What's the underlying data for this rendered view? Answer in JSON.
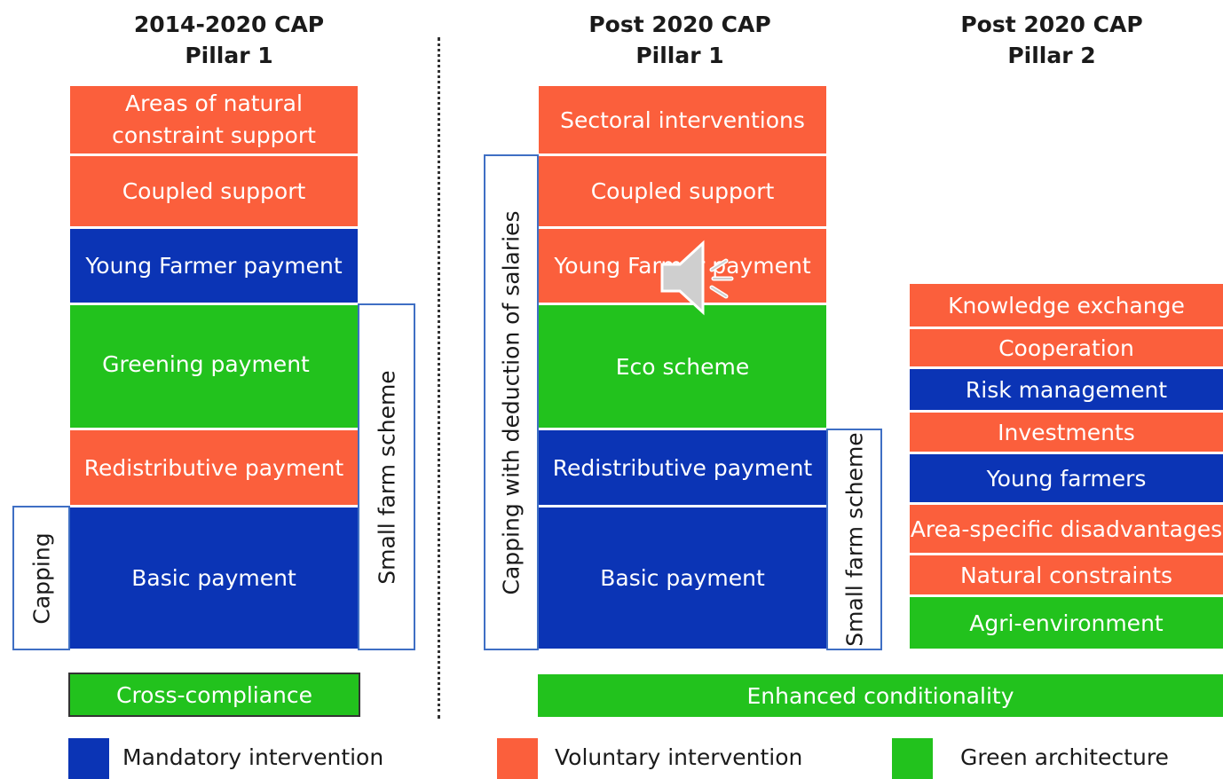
{
  "headings": {
    "col1": {
      "line1": "2014-2020 CAP",
      "line2": "Pillar 1"
    },
    "col2": {
      "line1": "Post 2020 CAP",
      "line2": "Pillar 1"
    },
    "col3": {
      "line1": "Post 2020 CAP",
      "line2": "Pillar 2"
    }
  },
  "col1": {
    "areas_line1": "Areas of natural",
    "areas_line2": "constraint support",
    "coupled": "Coupled support",
    "young": "Young Farmer payment",
    "greening": "Greening payment",
    "redistributive": "Redistributive payment",
    "basic": "Basic payment",
    "capping": "Capping",
    "small_farm": "Small farm scheme",
    "cross_compliance": "Cross-compliance"
  },
  "col2": {
    "sectoral": "Sectoral interventions",
    "coupled": "Coupled support",
    "young": "Young Farmer payment",
    "eco": "Eco scheme",
    "redistributive": "Redistributive payment",
    "basic": "Basic payment",
    "capping": "Capping with deduction of salaries",
    "small_farm": "Small farm scheme",
    "enhanced": "Enhanced conditionality"
  },
  "col3": {
    "items": [
      "Knowledge exchange",
      "Cooperation",
      "Risk management",
      "Investments",
      "Young farmers",
      "Area-specific disadvantages",
      "Natural constraints",
      "Agri-environment"
    ]
  },
  "legend": {
    "mandatory": "Mandatory intervention",
    "voluntary": "Voluntary intervention",
    "green": "Green architecture"
  },
  "colors": {
    "mandatory": "#0b34b5",
    "voluntary": "#fb5f3c",
    "green": "#22c21d"
  },
  "icons": {
    "audio": "speaker-icon"
  }
}
